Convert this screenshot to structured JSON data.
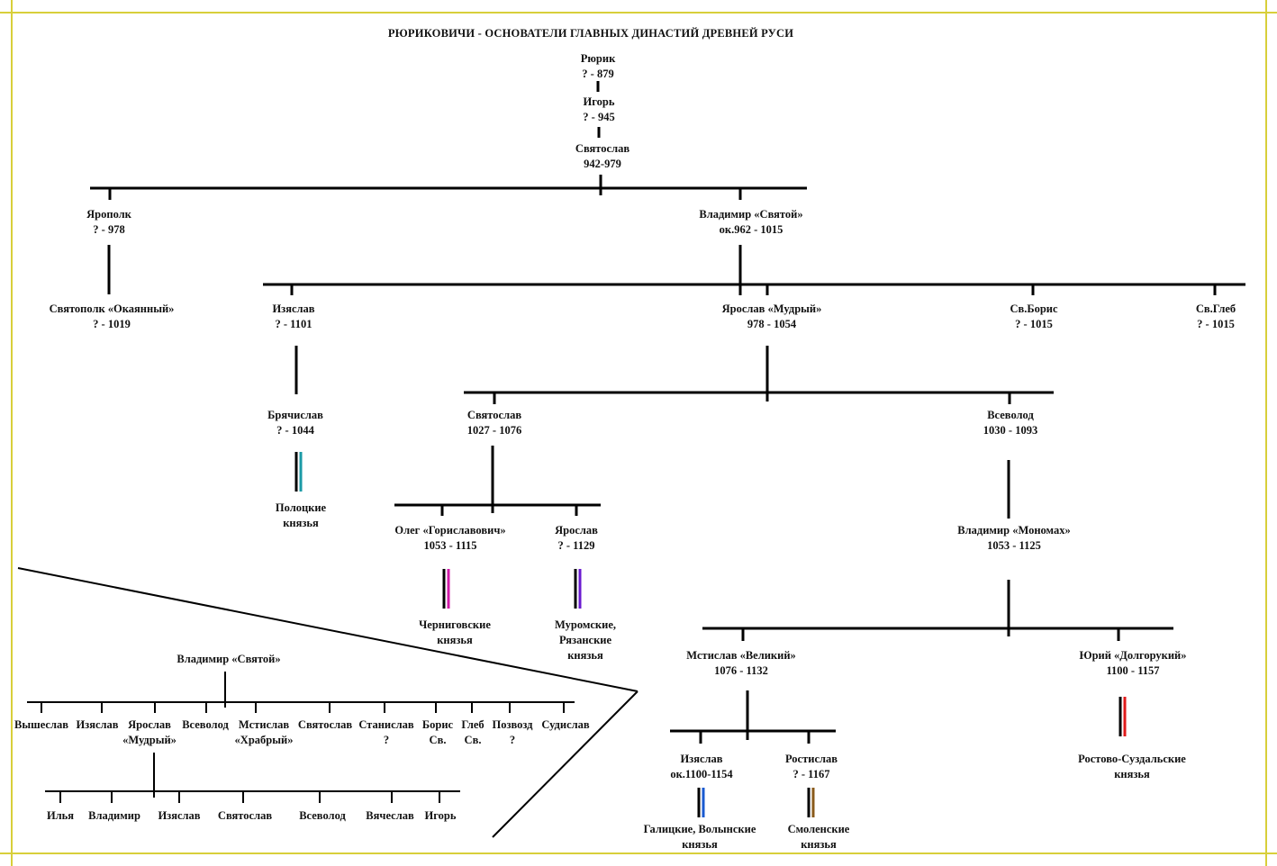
{
  "title": "РЮРИКОВИЧИ - ОСНОВАТЕЛИ ГЛАВНЫХ ДИНАСТИЙ ДРЕВНЕЙ РУСИ",
  "colors": {
    "frame": "#d8cf3a",
    "line": "#000000",
    "polotsk": "#1a9aa6",
    "chernigov": "#d01aa8",
    "murom": "#6a1ad0",
    "galich": "#1a5ad0",
    "smolensk": "#8a5a1a",
    "rostov": "#e01a1a"
  },
  "people": {
    "rurik": {
      "name": "Рюрик",
      "years": "? - 879"
    },
    "igor": {
      "name": "Игорь",
      "years": "? - 945"
    },
    "svyatoslav1": {
      "name": "Святослав",
      "years": "942-979"
    },
    "yaropolk": {
      "name": "Ярополк",
      "years": "? - 978"
    },
    "vladimir": {
      "name": "Владимир «Святой»",
      "years": "ок.962 - 1015"
    },
    "svyatopolk": {
      "name": "Святополк «Окаянный»",
      "years": "? - 1019"
    },
    "izyaslav1": {
      "name": "Изяслав",
      "years": "? - 1101"
    },
    "yaroslav_wise": {
      "name": "Ярослав «Мудрый»",
      "years": "978 - 1054"
    },
    "boris": {
      "name": "Св.Борис",
      "years": "? - 1015"
    },
    "gleb": {
      "name": "Св.Глеб",
      "years": "? - 1015"
    },
    "bryachislav": {
      "name": "Брячислав",
      "years": "? - 1044"
    },
    "svyatoslav2": {
      "name": "Святослав",
      "years": "1027 - 1076"
    },
    "vsevolod": {
      "name": "Всеволод",
      "years": "1030 - 1093"
    },
    "oleg": {
      "name": "Олег «Гориславович»",
      "years": "1053 - 1115"
    },
    "yaroslav2": {
      "name": "Ярослав",
      "years": "? - 1129"
    },
    "monomakh": {
      "name": "Владимир «Мономах»",
      "years": "1053 - 1125"
    },
    "mstislav": {
      "name": "Мстислав «Великий»",
      "years": "1076 - 1132"
    },
    "yuri": {
      "name": "Юрий «Долгорукий»",
      "years": "1100 - 1157"
    },
    "izyaslav2": {
      "name": "Изяслав",
      "years": "ок.1100-1154"
    },
    "rostislav": {
      "name": "Ростислав",
      "years": "? - 1167"
    }
  },
  "dynasties": {
    "polotsk": [
      "Полоцкие",
      "князья"
    ],
    "chernigov": [
      "Черниговские",
      "князья"
    ],
    "murom": [
      "Муромские,",
      "Рязанские",
      "князья"
    ],
    "galich": [
      "Галицкие, Волынские",
      "князья"
    ],
    "smolensk": [
      "Смоленские",
      "князья"
    ],
    "rostov": [
      "Ростово-Суздальские",
      "князья"
    ]
  },
  "inset": {
    "root": "Владимир «Святой»",
    "sons": [
      [
        "Вышеслав"
      ],
      [
        "Изяслав"
      ],
      [
        "Ярослав",
        "«Мудрый»"
      ],
      [
        "Всеволод"
      ],
      [
        "Мстислав",
        "«Храбрый»"
      ],
      [
        "Святослав"
      ],
      [
        "Станислав",
        "?"
      ],
      [
        "Борис",
        "Св."
      ],
      [
        "Глеб",
        "Св."
      ],
      [
        "Позвозд",
        "?"
      ],
      [
        "Судислав"
      ]
    ],
    "grandsons": [
      "Илья",
      "Владимир",
      "Изяслав",
      "Святослав",
      "Всеволод",
      "Вячеслав",
      "Игорь"
    ]
  }
}
